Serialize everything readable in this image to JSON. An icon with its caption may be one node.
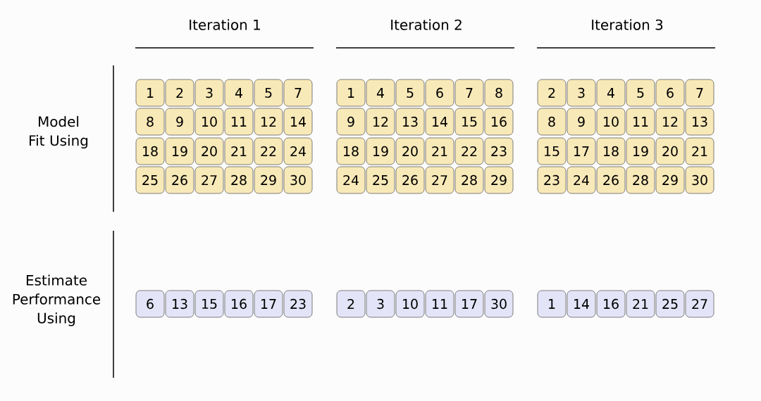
{
  "diagram": {
    "nodes": [
      {
        "text": [
          "1"
        ]
      },
      {
        "text": [
          "2"
        ]
      },
      {
        "text": [
          "3"
        ]
      },
      {
        "text": [
          "4"
        ]
      },
      {
        "text": [
          "5"
        ]
      },
      {
        "text": [
          "7"
        ]
      },
      {
        "text": [
          "1"
        ]
      },
      {
        "text": [
          "4"
        ]
      },
      {
        "text": [
          "5"
        ]
      },
      {
        "text": [
          "6"
        ]
      },
      {
        "text": [
          "7"
        ]
      },
      {
        "text": [
          "8"
        ]
      },
      {
        "text": [
          "2"
        ]
      },
      {
        "text": [
          "3"
        ]
      },
      {
        "text": [
          "4"
        ]
      },
      {
        "text": [
          "5"
        ]
      },
      {
        "text": [
          "6"
        ]
      },
      {
        "text": [
          "7"
        ]
      },
      {
        "text": [
          "8"
        ]
      },
      {
        "text": [
          "9"
        ]
      },
      {
        "text": [
          "10"
        ]
      },
      {
        "text": [
          "11"
        ]
      },
      {
        "text": [
          "12"
        ]
      },
      {
        "text": [
          "14"
        ]
      },
      {
        "text": [
          "9"
        ]
      },
      {
        "text": [
          "12"
        ]
      },
      {
        "text": [
          "13"
        ]
      },
      {
        "text": [
          "14"
        ]
      },
      {
        "text": [
          "15"
        ]
      },
      {
        "text": [
          "16"
        ]
      },
      {
        "text": [
          "8"
        ]
      },
      {
        "text": [
          "9"
        ]
      },
      {
        "text": [
          "10"
        ]
      },
      {
        "text": [
          "11"
        ]
      },
      {
        "text": [
          "12"
        ]
      },
      {
        "text": [
          "13"
        ]
      },
      {
        "text": [
          "18"
        ]
      },
      {
        "text": [
          "19"
        ]
      },
      {
        "text": [
          "20"
        ]
      },
      {
        "text": [
          "21"
        ]
      },
      {
        "text": [
          "22"
        ]
      },
      {
        "text": [
          "24"
        ]
      },
      {
        "text": [
          "18"
        ]
      },
      {
        "text": [
          "19"
        ]
      },
      {
        "text": [
          "20"
        ]
      },
      {
        "text": [
          "21"
        ]
      },
      {
        "text": [
          "22"
        ]
      },
      {
        "text": [
          "23"
        ]
      },
      {
        "text": [
          "15"
        ]
      },
      {
        "text": [
          "17"
        ]
      },
      {
        "text": [
          "18"
        ]
      },
      {
        "text": [
          "19"
        ]
      },
      {
        "text": [
          "20"
        ]
      },
      {
        "text": [
          "21"
        ]
      },
      {
        "text": [
          "25"
        ]
      },
      {
        "text": [
          "26"
        ]
      },
      {
        "text": [
          "27"
        ]
      },
      {
        "text": [
          "28"
        ]
      },
      {
        "text": [
          "29"
        ]
      },
      {
        "text": [
          "30"
        ]
      },
      {
        "text": [
          "24"
        ]
      },
      {
        "text": [
          "25"
        ]
      },
      {
        "text": [
          "26"
        ]
      },
      {
        "text": [
          "27"
        ]
      },
      {
        "text": [
          "28"
        ]
      },
      {
        "text": [
          "29"
        ]
      },
      {
        "text": [
          "23"
        ]
      },
      {
        "text": [
          "24"
        ]
      },
      {
        "text": [
          "26"
        ]
      },
      {
        "text": [
          "28"
        ]
      },
      {
        "text": [
          "29"
        ]
      },
      {
        "text": [
          "30"
        ]
      },
      {
        "text": [
          "6"
        ]
      },
      {
        "text": [
          "13"
        ]
      },
      {
        "text": [
          "15"
        ]
      },
      {
        "text": [
          "16"
        ]
      },
      {
        "text": [
          "17"
        ]
      },
      {
        "text": [
          "23"
        ]
      },
      {
        "text": [
          "2"
        ]
      },
      {
        "text": [
          "3"
        ]
      },
      {
        "text": [
          "10"
        ]
      },
      {
        "text": [
          "11"
        ]
      },
      {
        "text": [
          "17"
        ]
      },
      {
        "text": [
          "30"
        ]
      },
      {
        "text": [
          "1"
        ]
      },
      {
        "text": [
          "14"
        ]
      },
      {
        "text": [
          "16"
        ]
      },
      {
        "text": [
          "21"
        ]
      },
      {
        "text": [
          "25"
        ]
      },
      {
        "text": [
          "27"
        ]
      }
    ],
    "labels": [
      "Iteration 1",
      "Iteration 2",
      "Iteration 3",
      "Model Fit Using",
      "Estimate Performance Using"
    ]
  }
}
